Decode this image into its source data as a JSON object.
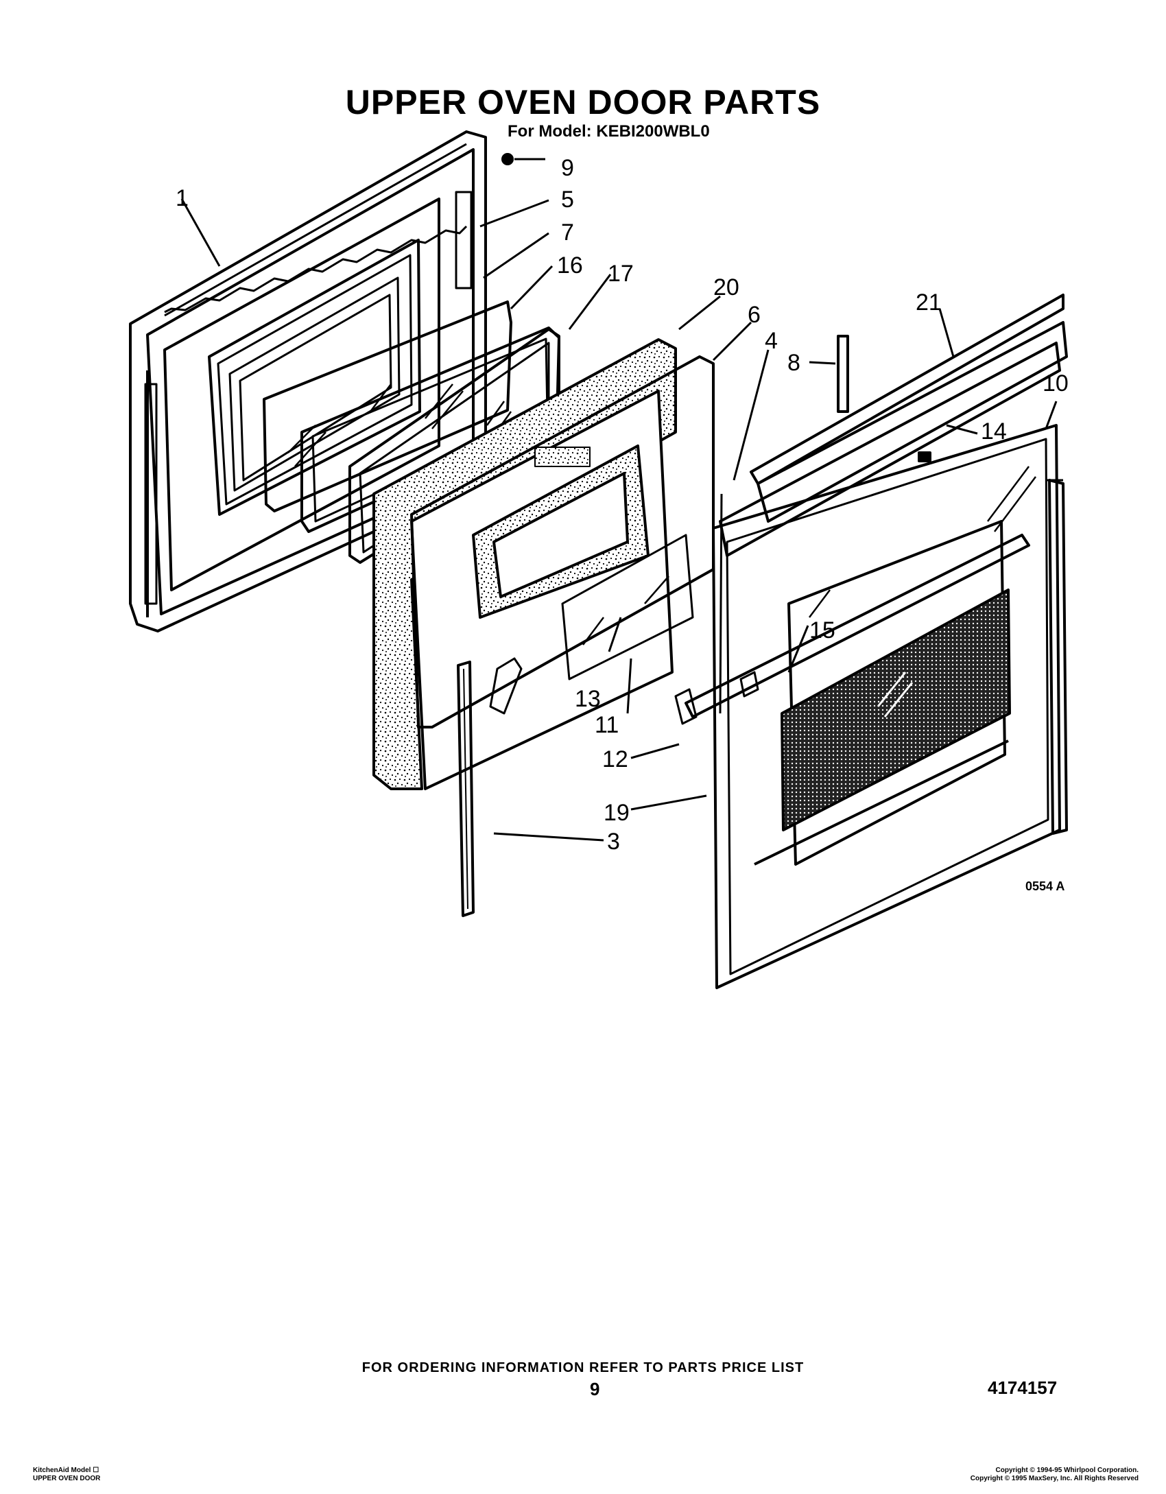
{
  "header": {
    "title": "UPPER OVEN DOOR PARTS",
    "subtitle": "For Model: KEBI200WBL0"
  },
  "diagram": {
    "callouts": [
      {
        "id": "1",
        "label": "1"
      },
      {
        "id": "3",
        "label": "3"
      },
      {
        "id": "4",
        "label": "4"
      },
      {
        "id": "5",
        "label": "5"
      },
      {
        "id": "6",
        "label": "6"
      },
      {
        "id": "7",
        "label": "7"
      },
      {
        "id": "8",
        "label": "8"
      },
      {
        "id": "9",
        "label": "9"
      },
      {
        "id": "10",
        "label": "10"
      },
      {
        "id": "11",
        "label": "11"
      },
      {
        "id": "12",
        "label": "12"
      },
      {
        "id": "13",
        "label": "13"
      },
      {
        "id": "14",
        "label": "14"
      },
      {
        "id": "15",
        "label": "15"
      },
      {
        "id": "16",
        "label": "16"
      },
      {
        "id": "17",
        "label": "17"
      },
      {
        "id": "19",
        "label": "19"
      },
      {
        "id": "20",
        "label": "20"
      },
      {
        "id": "21",
        "label": "21"
      }
    ],
    "figure_code": "0554 A"
  },
  "footer": {
    "ordering_note": "FOR ORDERING INFORMATION REFER TO PARTS PRICE LIST",
    "page_number": "9",
    "document_number": "4174157",
    "bottom_left_1": "KitchenAid Model ☐",
    "bottom_left_2": "UPPER OVEN DOOR",
    "bottom_right_1": "Copyright © 1994-95 Whirlpool Corporation.",
    "bottom_right_2": "Copyright © 1995 MaxSery, Inc. All Rights Reserved"
  }
}
